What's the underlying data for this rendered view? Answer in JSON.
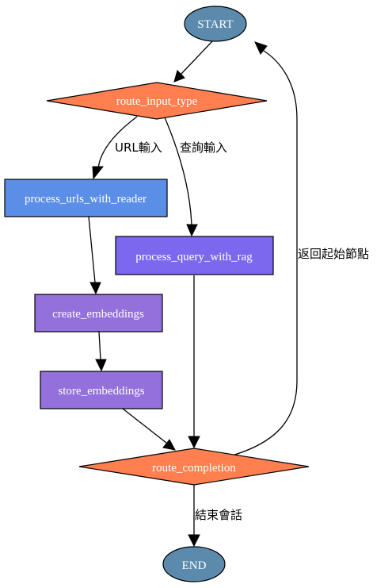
{
  "nodes": {
    "start": {
      "label": "START",
      "color": "#5b8aad"
    },
    "route_input_type": {
      "label": "route_input_type",
      "color": "#ff7f50"
    },
    "process_urls": {
      "label": "process_urls_with_reader",
      "color": "#5b8ee6"
    },
    "process_query": {
      "label": "process_query_with_rag",
      "color": "#7b68ee"
    },
    "create_embeddings": {
      "label": "create_embeddings",
      "color": "#9370db"
    },
    "store_embeddings": {
      "label": "store_embeddings",
      "color": "#9370db"
    },
    "route_completion": {
      "label": "route_completion",
      "color": "#ff7f50"
    },
    "end": {
      "label": "END",
      "color": "#5b8aad"
    }
  },
  "edges": {
    "url_input": "URL輸入",
    "query_input": "查詢輸入",
    "return_start": "返回起始節點",
    "end_session": "結束會話"
  }
}
